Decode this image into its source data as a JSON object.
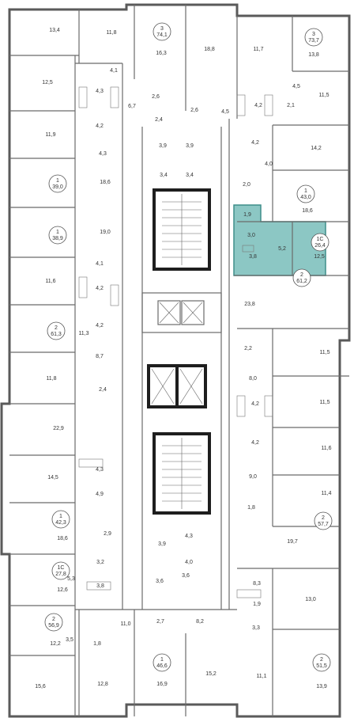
{
  "colors": {
    "highlight": "#8cc7c4",
    "highlight_stroke": "#3f8e8a",
    "wall": "#6b6b6b",
    "core": "#1e1e1e"
  },
  "apartments": [
    {
      "rooms": "3",
      "area": "74,1"
    },
    {
      "rooms": "3",
      "area": "73,7"
    },
    {
      "rooms": "1",
      "area": "39,0"
    },
    {
      "rooms": "1",
      "area": "43,0"
    },
    {
      "rooms": "1",
      "area": "38,9"
    },
    {
      "rooms": "1С",
      "area": "26,4"
    },
    {
      "rooms": "2",
      "area": "61,3"
    },
    {
      "rooms": "2",
      "area": "61,2"
    },
    {
      "rooms": "1",
      "area": "42,3"
    },
    {
      "rooms": "2",
      "area": "57,7"
    },
    {
      "rooms": "1С",
      "area": "27,8"
    },
    {
      "rooms": "2",
      "area": "56,9"
    },
    {
      "rooms": "1",
      "area": "46,6"
    },
    {
      "rooms": "2",
      "area": "51,5"
    }
  ],
  "room_labels": [
    "13,4",
    "11,8",
    "16,3",
    "18,8",
    "11,7",
    "13,8",
    "4,1",
    "12,5",
    "4,3",
    "6,7",
    "2,6",
    "2,6",
    "4,5",
    "4,5",
    "11,5",
    "4,2",
    "2,1",
    "4,2",
    "2,4",
    "11,9",
    "4,3",
    "3,9",
    "3,9",
    "4,2",
    "14,2",
    "18,6",
    "3,4",
    "3,4",
    "4,0",
    "2,0",
    "18,6",
    "19,0",
    "1,9",
    "3,0",
    "5,2",
    "12,5",
    "3,8",
    "4,1",
    "11,6",
    "4,2",
    "4,2",
    "23,8",
    "11,3",
    "11,5",
    "8,7",
    "2,2",
    "11,8",
    "8,0",
    "2,4",
    "11,5",
    "4,2",
    "22,9",
    "4,2",
    "11,6",
    "14,5",
    "4,3",
    "9,0",
    "4,9",
    "11,4",
    "1,8",
    "18,6",
    "2,9",
    "19,7",
    "4,3",
    "3,9",
    "4,0",
    "3,2",
    "12,6",
    "5,3",
    "3,8",
    "3,6",
    "3,6",
    "8,3",
    "13,0",
    "1,9",
    "2,7",
    "8,2",
    "3,3",
    "3,5",
    "1,8",
    "11,0",
    "12,2",
    "15,6",
    "12,8",
    "16,9",
    "15,2",
    "11,1",
    "13,9"
  ]
}
